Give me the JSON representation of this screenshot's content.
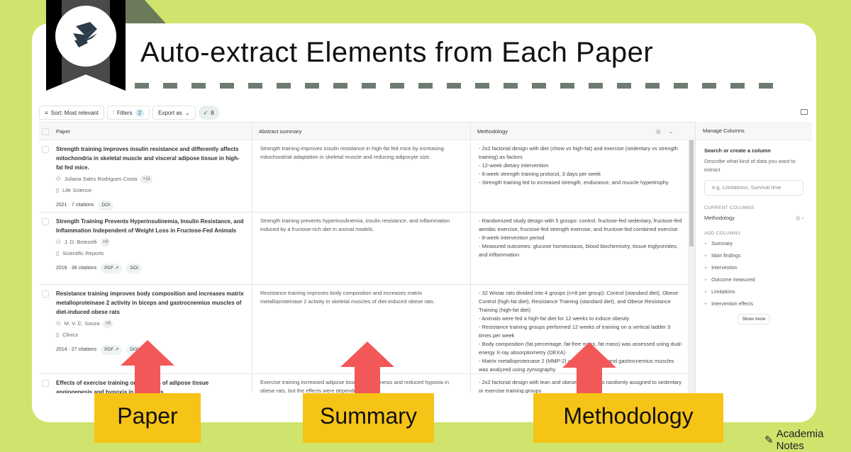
{
  "heading": "Auto-extract Elements from Each Paper",
  "brand": "Academia Notes",
  "toolbar": {
    "sort": "Sort: Most relevant",
    "filters": "Filters",
    "filters_count": "2",
    "export": "Export as",
    "selected_count": "8"
  },
  "columns": {
    "paper": "Paper",
    "abstract": "Abstract summary",
    "methodology": "Methodology"
  },
  "rows": [
    {
      "title": "Strength training improves insulin resistance and differently affects mitochondria in skeletal muscle and visceral adipose tissue in high-fat fed mice.",
      "author": "Juliana Sales Rodrigues Costa",
      "more_authors": "+11",
      "journal": "Life Science",
      "year_citations": "2021 · 7 citations",
      "links": [
        "DOI"
      ],
      "summary": "Strength training improves insulin resistance in high-fat fed mice by increasing mitochondrial adaptation in skeletal muscle and reducing adipocyte size.",
      "methodology": [
        "- 2x2 factorial design with diet (chow vs high-fat) and exercise (sedentary vs strength training) as factors",
        "- 12-week dietary intervention",
        "- 6-week strength training protocol, 3 days per week",
        "- Strength training led to increased strength, endurance, and muscle hypertrophy"
      ]
    },
    {
      "title": "Strength Training Prevents Hyperinsulinemia, Insulin Resistance, and Inflammation Independent of Weight Loss in Fructose-Fed Animals",
      "author": "J. D. Botezelli",
      "more_authors": "+9",
      "journal": "Scientific Reports",
      "year_citations": "2016 · 38 citations",
      "links": [
        "PDF ↗",
        "DOI"
      ],
      "summary": "Strength training prevents hyperinsulinemia, insulin resistance, and inflammation induced by a fructose-rich diet in animal models.",
      "methodology": [
        "- Randomized study design with 5 groups: control, fructose-fed sedentary, fructose-fed aerobic exercise, fructose-fed strength exercise, and fructose-fed combined exercise",
        "- 8-week intervention period",
        "- Measured outcomes: glucose homeostasis, blood biochemistry, tissue triglycerides, and inflammation"
      ]
    },
    {
      "title": "Resistance training improves body composition and increases matrix metalloproteinase 2 activity in biceps and gastrocnemius muscles of diet-induced obese rats",
      "author": "M. V. C. Souza",
      "more_authors": "+9",
      "journal": "Clinics",
      "year_citations": "2014 · 27 citations",
      "links": [
        "PDF ↗",
        "DOI"
      ],
      "summary": "Resistance training improves body composition and increases matrix metalloproteinase 2 activity in skeletal muscles of diet-induced obese rats.",
      "methodology": [
        "- 32 Wistar rats divided into 4 groups (n=8 per group): Control (standard diet), Obese Control (high-fat diet), Resistance Training (standard diet), and Obese Resistance Training (high-fat diet)",
        "- Animals were fed a high-fat diet for 12 weeks to induce obesity",
        "- Resistance training groups performed 12 weeks of training on a vertical ladder 3 times per week",
        "- Body composition (fat percentage, fat-free mass, fat mass) was assessed using dual-energy X-ray absorptiometry (DEXA)",
        "- Matrix metalloproteinase 2 (MMP-2) activity in biceps and gastrocnemius muscles was analyzed using zymography"
      ]
    },
    {
      "title": "Effects of exercise training on markers of adipose tissue angiogenesis and hypoxia in obese rats",
      "summary": "Exercise training increased adipose tissue angiogenesis and reduced hypoxia in obese rats, but the effects were dependent",
      "methodology": [
        "- 2x2 factorial design with lean and obese Zucker rats randomly assigned to sedentary or exercise training groups"
      ]
    }
  ],
  "manage": {
    "title": "Manage Columns",
    "search_title": "Search or create a column",
    "search_desc": "Describe what kind of data you want to extract",
    "placeholder": "e.g. Limitations, Survival time",
    "current_label": "CURRENT COLUMNS",
    "current": [
      "Methodology"
    ],
    "add_label": "ADD COLUMNS",
    "add": [
      "Summary",
      "Main findings",
      "Intervention",
      "Outcome measured",
      "Limitations",
      "Intervention effects"
    ],
    "show_more": "Show more"
  },
  "labels": {
    "paper": "Paper",
    "summary": "Summary",
    "methodology": "Methodology"
  },
  "colors": {
    "background": "#cfe36d",
    "arrow": "#f35858",
    "label": "#f6c416"
  }
}
